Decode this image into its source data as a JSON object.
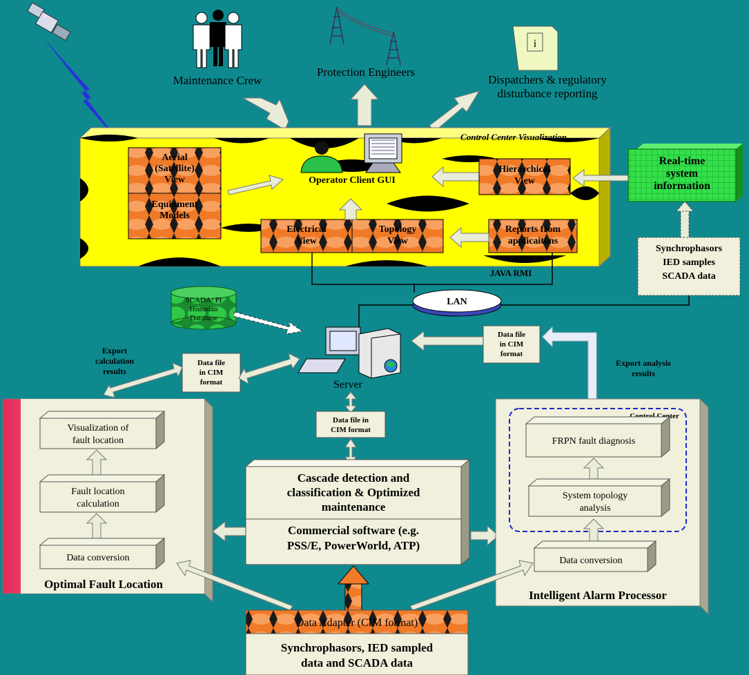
{
  "top": {
    "maintenance_crew": "Maintenance Crew",
    "protection_engineers": "Protection Engineers",
    "dispatchers_line1": "Dispatchers & regulatory",
    "dispatchers_line2": "disturbance reporting"
  },
  "control_center": {
    "title": "Control Center Visualization",
    "aerial_line1": "Aerial",
    "aerial_line2": "(Satellite)",
    "aerial_line3": "View",
    "equipment_line1": "Equipment",
    "equipment_line2": "Models",
    "operator_gui": "Operator Client GUI",
    "hierarchical_line1": "Hierarchical",
    "hierarchical_line2": "View",
    "electrical_line1": "Electrical",
    "electrical_line2": "View",
    "topology_line1": "Topology",
    "topology_line2": "View",
    "reports_line1": "Reports from",
    "reports_line2": "applicaitons"
  },
  "realtime": {
    "line1": "Real-time",
    "line2": "system",
    "line3": "information"
  },
  "sync_box": {
    "line1": "Synchrophasors",
    "line2": "IED samples",
    "line3": "SCADA data"
  },
  "java_rmi": "JAVA RMI",
  "lan": "LAN",
  "database": {
    "line1": "SCADA/ PI",
    "line2": "Historian",
    "line3": "Database"
  },
  "server": "Server",
  "datafile_right": {
    "line1": "Data file",
    "line2": "in CIM",
    "line3": "format"
  },
  "datafile_left": {
    "line1": "Data file",
    "line2": "in CIM",
    "line3": "format"
  },
  "datafile_center": {
    "line1": "Data file in",
    "line2": "CIM format"
  },
  "export_calc": {
    "line1": "Export",
    "line2": "calculation",
    "line3": "results"
  },
  "export_analysis": {
    "line1": "Export analysis",
    "line2": "results"
  },
  "ofl": {
    "title": "Optimal Fault Location",
    "vis_line1": "Visualization of",
    "vis_line2": "fault location",
    "calc_line1": "Fault location",
    "calc_line2": "calculation",
    "conv": "Data conversion"
  },
  "center": {
    "line1": "Cascade detection and",
    "line2": "classification & Optimized",
    "line3": "maintenance",
    "comm_line1": "Commercial software (e.g.",
    "comm_line2": "PSS/E, PowerWorld, ATP)"
  },
  "iap": {
    "title": "Intelligent Alarm Processor",
    "control_center": "Control Center",
    "frpn": "FRPN fault diagnosis",
    "topo_line1": "System topology",
    "topo_line2": "analysis",
    "conv": "Data conversion"
  },
  "adapter": "Data Adapter (CIM format)",
  "bottom": {
    "line1": "Synchrophasors, IED sampled",
    "line2": "data and SCADA data"
  },
  "colors": {
    "background": "#0e8a8f",
    "control_center": "#ffff00",
    "panel": "#f0f0dc",
    "orange": "#f07a28",
    "green": "#22c73a"
  }
}
